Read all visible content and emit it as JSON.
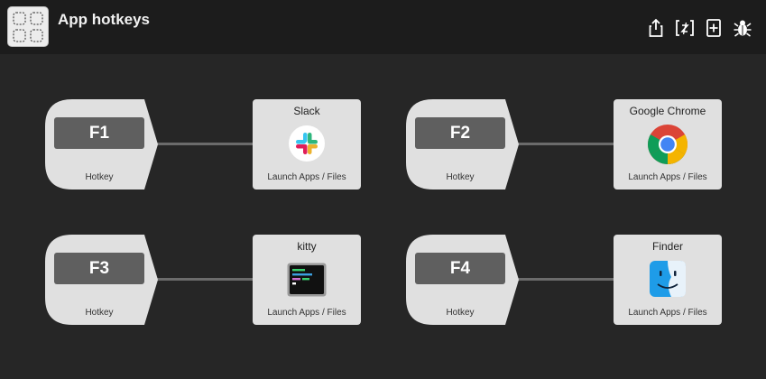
{
  "window": {
    "title": "App hotkeys"
  },
  "toolbar": {
    "buttons": [
      {
        "icon": "share-icon"
      },
      {
        "icon": "variable-icon"
      },
      {
        "icon": "add-document-icon"
      },
      {
        "icon": "bug-icon"
      }
    ]
  },
  "colors": {
    "background": "#262626",
    "titlebar": "#1c1c1c",
    "node": "#e0e0e0",
    "key": "#5f5f5f",
    "connector": "#6b6b6b"
  },
  "macros": [
    {
      "trigger": {
        "key": "F1",
        "label": "Hotkey"
      },
      "action": {
        "title": "Slack",
        "label": "Launch Apps / Files",
        "icon": "slack-icon"
      }
    },
    {
      "trigger": {
        "key": "F2",
        "label": "Hotkey"
      },
      "action": {
        "title": "Google Chrome",
        "label": "Launch Apps / Files",
        "icon": "chrome-icon"
      }
    },
    {
      "trigger": {
        "key": "F3",
        "label": "Hotkey"
      },
      "action": {
        "title": "kitty",
        "label": "Launch Apps / Files",
        "icon": "kitty-icon"
      }
    },
    {
      "trigger": {
        "key": "F4",
        "label": "Hotkey"
      },
      "action": {
        "title": "Finder",
        "label": "Launch Apps / Files",
        "icon": "finder-icon"
      }
    }
  ]
}
